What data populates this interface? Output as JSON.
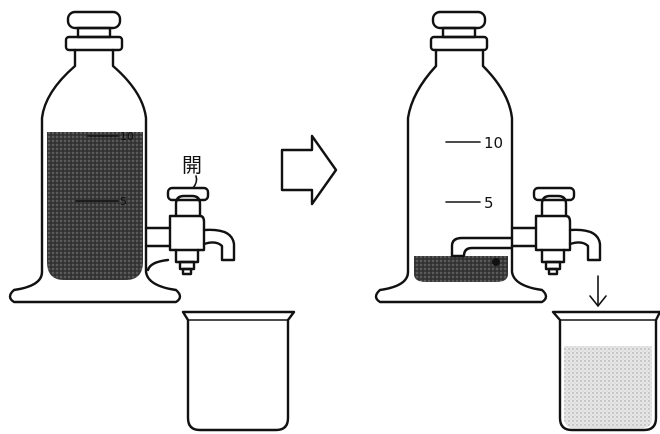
{
  "labels": {
    "open": "開",
    "mark_10": "10",
    "mark_5": "5"
  },
  "colors": {
    "ink": "#111111",
    "dark_liquid": "#3a3a3a",
    "light_liquid": "#cfcfcf"
  },
  "icons": {
    "transition": "right-arrow-icon",
    "flow": "down-arrow-icon"
  }
}
